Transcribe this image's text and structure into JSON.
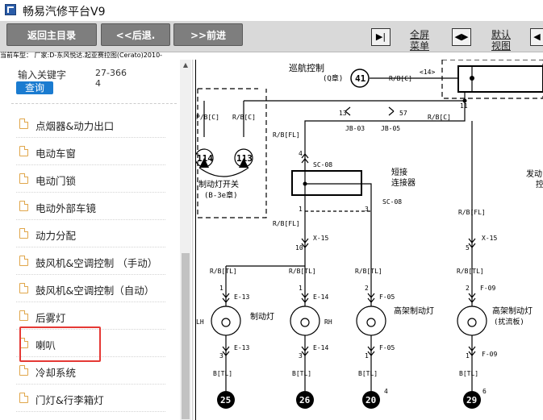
{
  "window": {
    "title": "畅易汽修平台V9"
  },
  "toolbar": {
    "back_main": "返回主目录",
    "back": "<<后退.",
    "forward": ">>前进",
    "fullscreen_line1": "全屏",
    "fullscreen_line2": "菜单",
    "default_view_line1": "默认",
    "default_view_line2": "视图"
  },
  "vehicle": {
    "label": "当前车型：",
    "value": "厂家:D-东风悦达.起亚赛拉图(Cerato)2010-"
  },
  "search": {
    "label": "输入关键字",
    "value": "27-3664",
    "button": "查询"
  },
  "list": [
    "点烟器&动力出口",
    "电动车窗",
    "电动门锁",
    "电动外部车镜",
    "动力分配",
    "鼓风机&空调控制 （手动）",
    "鼓风机&空调控制（自动）",
    "后雾灯",
    "喇叭",
    "冷却系统",
    "门灯&行李箱灯"
  ],
  "diagram": {
    "labels": {
      "cruise": "巡航控制",
      "cruise_ref": "(Q章)",
      "conn_41": "41",
      "wire_rb_c1": "R/B[C]",
      "conn_14": "<14>",
      "pin_11": "11",
      "wire_pb_c": "P/B[C]",
      "wire_rb_c2": "R/B[C]",
      "pin_13": "13",
      "pin_57": "57",
      "jb03": "JB-03",
      "jb05": "JB-05",
      "wire_rb_c3": "R/B[C]",
      "conn_114": "114",
      "conn_113": "113",
      "brake_switch": "制动灯开关",
      "brake_switch_ref": "(B-3e章)",
      "wire_rb_fl1": "R/B[FL]",
      "pin_4": "4",
      "sc08a": "SC-08",
      "short_conn1": "短接",
      "short_conn2": "连接器",
      "engine1": "发动",
      "engine2": "控",
      "pin_1a": "1",
      "pin_3a": "3",
      "sc08b": "SC-08",
      "wire_rb_fl2": "R/B[FL]",
      "wire_rb_fl3": "R/B[FL]",
      "x15a": "X-15",
      "pin_10": "10",
      "pin_5": "5",
      "x15b": "X-15",
      "wire_rb_tl1": "R/B[TL]",
      "wire_rb_tl2": "R/B[TL]",
      "wire_rb_tl3": "R/B[TL]",
      "wire_rb_tl4": "R/B[TL]",
      "pin_1b": "1",
      "e13a": "E-13",
      "pin_1c": "1",
      "e14a": "E-14",
      "pin_2a": "2",
      "f05a": "F-05",
      "pin_2b": "2",
      "f09a": "F-09",
      "lh": "LH",
      "brake_lamp": "制动灯",
      "rh": "RH",
      "high_brake1": "高架制动灯",
      "high_brake2": "高架制动灯",
      "high_brake2_sub": "(扰流板)",
      "pin_3b": "3",
      "e13b": "E-13",
      "pin_3c": "3",
      "e14b": "E-14",
      "pin_1d": "1",
      "f05b": "F-05",
      "pin_1e": "1",
      "f09b": "F-09",
      "wire_b1": "B[TL]",
      "wire_b2": "B[TL]",
      "wire_b3": "B[TL]",
      "wire_b4": "B[TL]",
      "g25": "25",
      "g26": "26",
      "g20": "20",
      "g20_sup": "4",
      "g29": "29",
      "g29_sup": "6"
    }
  }
}
